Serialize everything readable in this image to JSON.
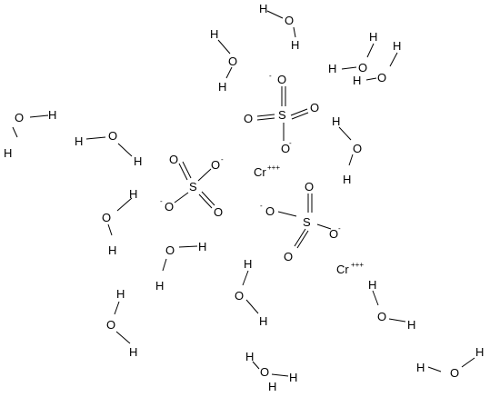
{
  "diagram": {
    "atoms": {
      "oxygen": "O",
      "hydrogen": "H",
      "sulfur": "S",
      "chromium": "Cr",
      "cation_charge": "+++",
      "anion_charge": "-"
    },
    "counts": {
      "water": 14,
      "sulfate": 3,
      "chromium": 2
    }
  }
}
